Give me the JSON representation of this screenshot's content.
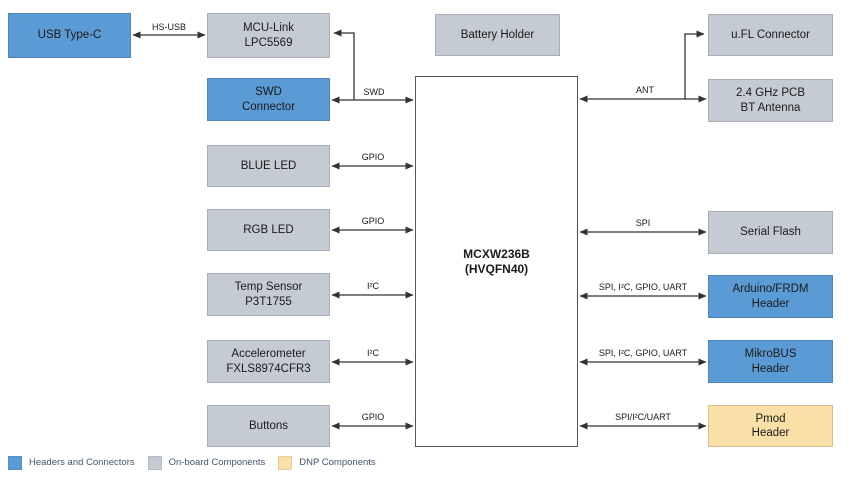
{
  "blocks": {
    "usb_type_c": "USB Type-C",
    "mcu_link": "MCU-Link\nLPC5569",
    "swd_connector": "SWD\nConnector",
    "blue_led": "BLUE LED",
    "rgb_led": "RGB LED",
    "temp_sensor": "Temp Sensor\nP3T1755",
    "accelerometer": "Accelerometer\nFXLS8974CFR3",
    "buttons": "Buttons",
    "battery_holder": "Battery Holder",
    "mcu": "MCXW236B\n(HVQFN40)",
    "ufl_connector": "u.FL Connector",
    "bt_antenna": "2.4 GHz PCB\nBT Antenna",
    "serial_flash": "Serial Flash",
    "arduino_header": "Arduino/FRDM\nHeader",
    "mikrobus_header": "MikroBUS\nHeader",
    "pmod_header": "Pmod\nHeader"
  },
  "connections": {
    "hs_usb": "HS-USB",
    "swd": "SWD",
    "blue_led_gpio": "GPIO",
    "rgb_led_gpio": "GPIO",
    "temp_i2c": "I²C",
    "accel_i2c": "I²C",
    "buttons_gpio": "GPIO",
    "ant": "ANT",
    "spi": "SPI",
    "arduino_bus": "SPI, I²C, GPIO, UART",
    "mikrobus_bus": "SPI, I²C, GPIO, UART",
    "pmod_bus": "SPI/I²C/UART"
  },
  "colors": {
    "headers_connectors": "#5B9BD5",
    "onboard_components": "#C4CBD3",
    "dnp_components": "#FADFA6",
    "mcu_fill": "#FFFFFF",
    "line": "#333333"
  },
  "legend": [
    {
      "label": "Headers and Connectors",
      "color": "#5B9BD5"
    },
    {
      "label": "On-board Components",
      "color": "#C4CBD3"
    },
    {
      "label": "DNP Components",
      "color": "#FADFA6"
    }
  ]
}
